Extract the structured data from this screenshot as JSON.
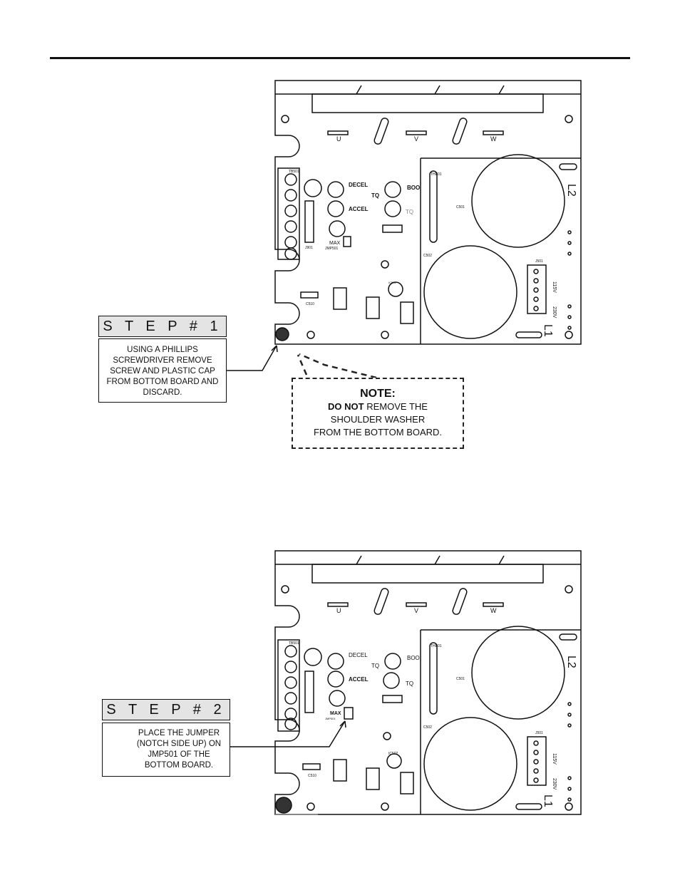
{
  "step1": {
    "title": "S T E P  # 1",
    "text": "USING A PHILLIPS SCREWDRIVER REMOVE SCREW AND PLASTIC CAP FROM BOTTOM BOARD AND DISCARD."
  },
  "note": {
    "title": "NOTE:",
    "bold": "DO NOT",
    "line1": " REMOVE THE",
    "line2": "SHOULDER WASHER",
    "line3": "FROM THE BOTTOM BOARD."
  },
  "step2": {
    "title": "S T E P  # 2",
    "text": "PLACE THE JUMPER (NOTCH SIDE UP) ON JMP501 OF THE BOTTOM BOARD."
  },
  "board1": {
    "u": "U",
    "v": "V",
    "w": "W",
    "tb": "TB501",
    "decel": "DECEL",
    "tq_led": "TQ",
    "accel": "ACCEL",
    "boost": "BOO",
    "tq": "TQ",
    "max": "MAX",
    "jmp": "JMP501",
    "j901": "J901",
    "the": "THE01",
    "c501": "C501",
    "c502": "C502",
    "j501": "J501",
    "v115": "115V",
    "v230": "230V",
    "l1": "L1",
    "l2": "L2",
    "c510": "C510",
    "ic": "IC502"
  },
  "board2": {
    "u": "U",
    "v": "V",
    "w": "W",
    "tb": "TB501",
    "decel": "DECEL",
    "tq_led": "TQ",
    "accel": "ACCEL",
    "boost": "BOO",
    "tq": "TQ",
    "max": "MAX",
    "jmp": "JMP501",
    "the": "THE01",
    "c501": "C501",
    "c502": "C502",
    "j501": "J501",
    "v115": "115V",
    "v230": "230V",
    "l1": "L1",
    "l2": "L2",
    "c510": "C510",
    "ic": "IC502"
  }
}
